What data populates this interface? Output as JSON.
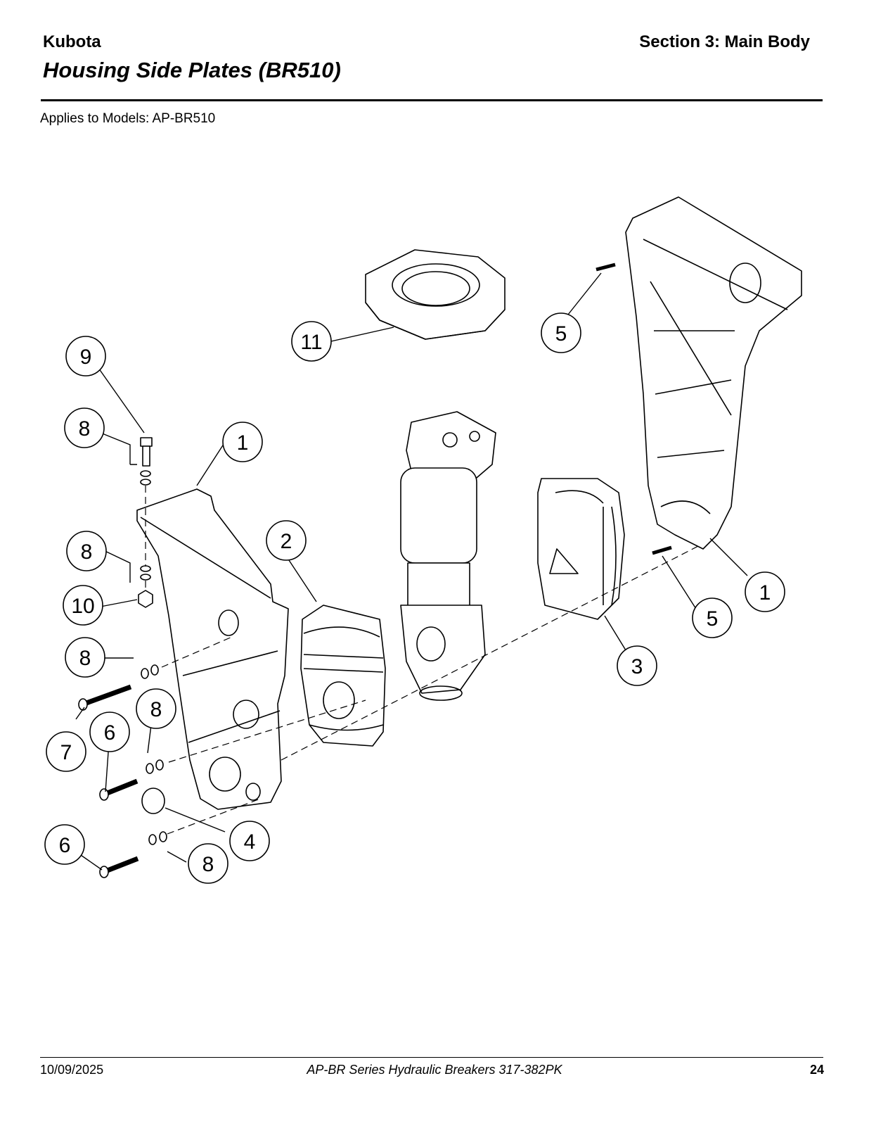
{
  "header": {
    "brand": "Kubota",
    "section": "Section 3: Main Body",
    "title": "Housing Side Plates (BR510)",
    "applies": "Applies to Models: AP-BR510"
  },
  "callouts": [
    "1",
    "1",
    "2",
    "3",
    "4",
    "5",
    "5",
    "6",
    "6",
    "7",
    "8",
    "8",
    "8",
    "8",
    "8",
    "9",
    "10",
    "11"
  ],
  "footer": {
    "date": "10/09/2025",
    "series": "AP-BR Series  Hydraulic Breakers  317-382PK",
    "page": "24"
  }
}
